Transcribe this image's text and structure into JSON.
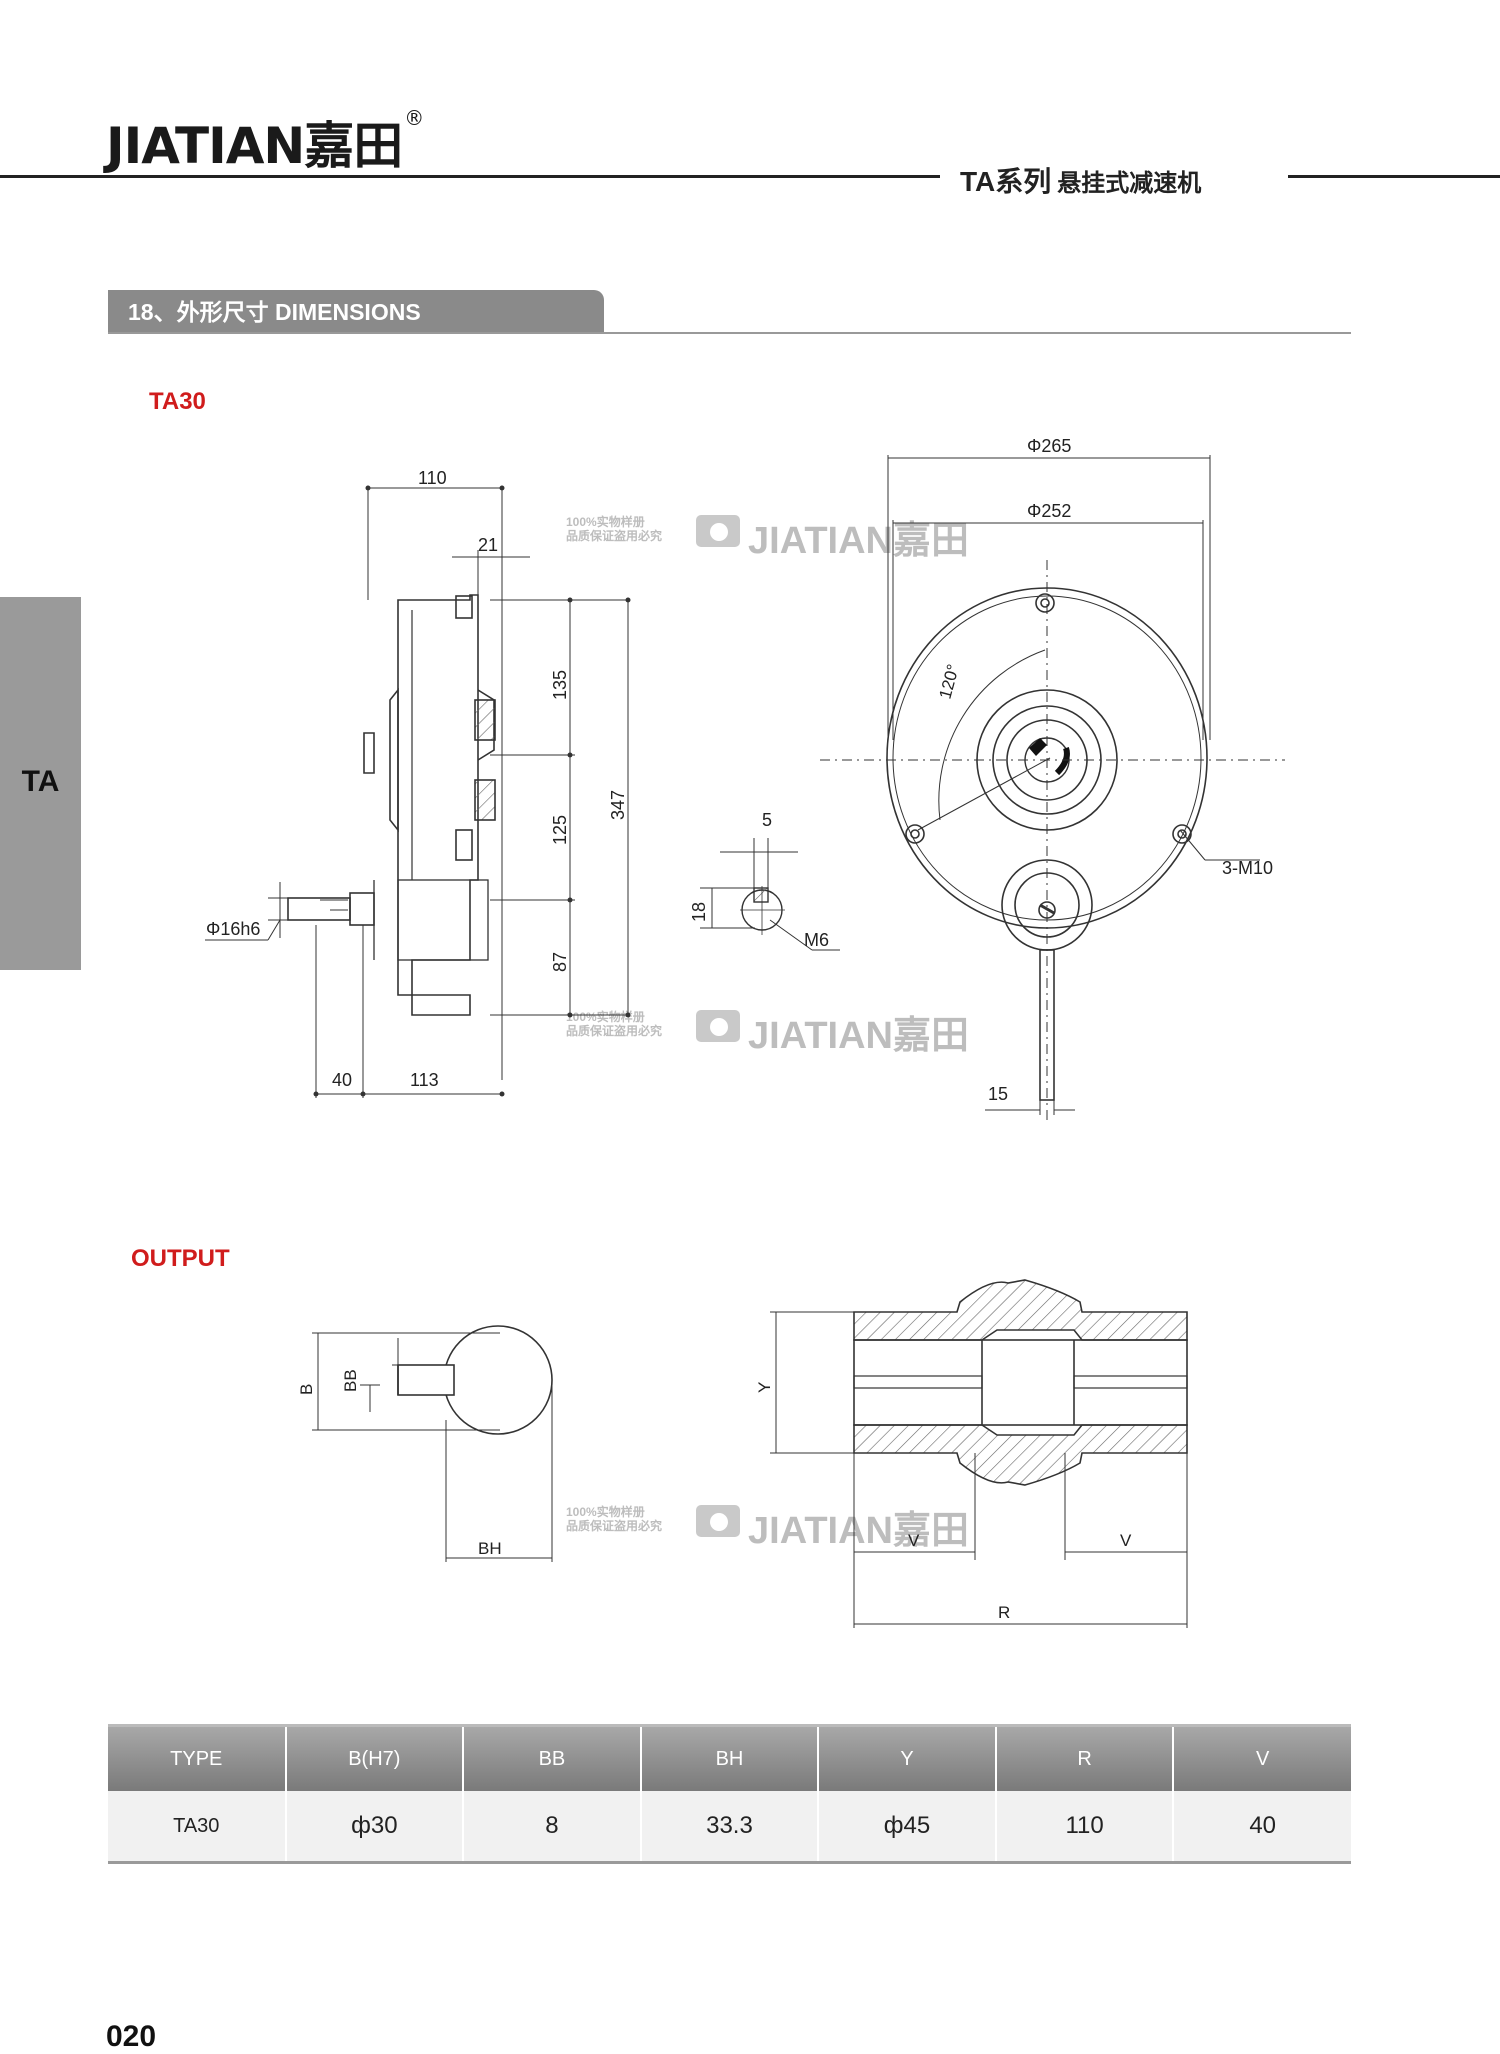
{
  "header": {
    "brand": "JIATIAN嘉田",
    "registered": "®",
    "series": "TA系列",
    "series_sub": "悬挂式减速机"
  },
  "section": {
    "title": "18、外形尺寸 DIMENSIONS"
  },
  "side_tab": {
    "label": "TA"
  },
  "labels": {
    "model": "TA30",
    "output": "OUTPUT"
  },
  "watermark": {
    "small_line1": "100%实物样册",
    "small_line2": "品质保证盗用必究",
    "big": "JIATIAN嘉田"
  },
  "side_view": {
    "w110": "110",
    "w21": "21",
    "h135": "135",
    "h125": "125",
    "h87": "87",
    "h347": "347",
    "shaft": "Φ16h6",
    "w40": "40",
    "w113": "113"
  },
  "key_detail": {
    "w5": "5",
    "h18": "18",
    "thread": "M6"
  },
  "front_view": {
    "d265": "Φ265",
    "d252": "Φ252",
    "angle": "120°",
    "holes": "3-M10",
    "arm": "15"
  },
  "output_drawing": {
    "B": "B",
    "BB": "BB",
    "BH": "BH",
    "Y": "Y",
    "V1": "V",
    "V2": "V",
    "R": "R"
  },
  "table": {
    "headers": [
      "TYPE",
      "B(H7)",
      "BB",
      "BH",
      "Y",
      "R",
      "V"
    ],
    "rows": [
      [
        "TA30",
        "ф30",
        "8",
        "33.3",
        "ф45",
        "110",
        "40"
      ]
    ]
  },
  "page_number": "020",
  "colors": {
    "accent_red": "#d01c1c",
    "tab_gray": "#8a8a8a",
    "rule_dark": "#222222"
  }
}
